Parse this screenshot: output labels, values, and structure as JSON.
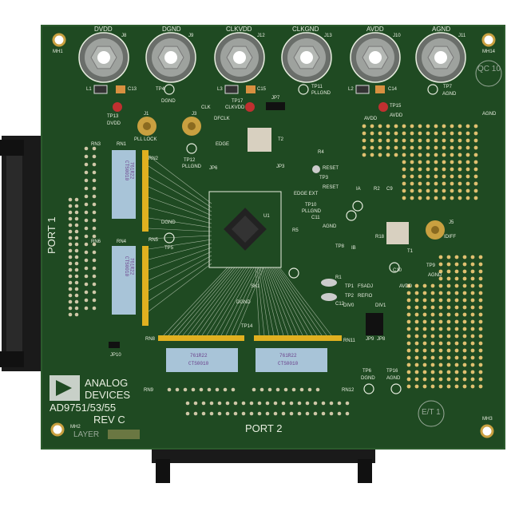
{
  "board": {
    "brand_line1": "ANALOG",
    "brand_line2": "DEVICES",
    "model": "AD9751/53/55",
    "revision": "REV C",
    "layer_label": "LAYER",
    "port1_label": "PORT 1",
    "port2_label": "PORT 2",
    "qc_stamp": "QC 10",
    "et_stamp": "E/T 1",
    "colors": {
      "pcb": "#1f4a22",
      "silkscreen": "#e8eee0",
      "gold": "#c9a040",
      "connector": "#1a1a1a"
    }
  },
  "jacks": [
    {
      "name": "DVDD",
      "ref": "J8"
    },
    {
      "name": "DGND",
      "ref": "J9"
    },
    {
      "name": "CLKVDD",
      "ref": "J12"
    },
    {
      "name": "CLKGND",
      "ref": "J13"
    },
    {
      "name": "AVDD",
      "ref": "J10"
    },
    {
      "name": "AGND",
      "ref": "J11"
    }
  ],
  "mount_holes": [
    "MH1",
    "MH14",
    "MH2",
    "MH3"
  ],
  "labels": {
    "l1": "L1",
    "c13": "C13",
    "tp4": "TP4",
    "dgnd1": "DGND",
    "l3": "L3",
    "c15": "C15",
    "tp11": "TP11",
    "pllgnd1": "PLLGND",
    "l2": "L2",
    "c14": "C14",
    "tp7": "TP7",
    "agnd1": "AGND",
    "tp13": "TP13",
    "dvdd2": "DVDD",
    "tp17": "TP17",
    "clkvdd2": "CLKVDD",
    "jp7": "JP7",
    "tp15": "TP15",
    "avdd2": "AVDD",
    "j1": "J1",
    "pll_lock": "PLL LOCK",
    "j3": "J3",
    "clk": "CLK",
    "dfclk": "DFCLK",
    "tp12": "TP12",
    "pllgnd2": "PLLGND",
    "edge": "EDGE",
    "jp6": "JP6",
    "jp3": "JP3",
    "t2": "T2",
    "r4": "R4",
    "reset": "RESET",
    "tp3": "TP3",
    "reset2": "RESET",
    "edge_ext": "EDGE EXT",
    "avdd3": "AVDD",
    "agnd_top": "AGND",
    "ia": "IA",
    "r2": "R2",
    "c9": "C9",
    "rn3": "RN3",
    "rn1": "RN1",
    "rn2": "RN2",
    "rn6": "RN6",
    "rn4": "RN4",
    "rn5": "RN5",
    "dgnd3": "DGND",
    "tp5": "TP5",
    "u1": "U1",
    "tp10": "TP10",
    "pllgnd3": "PLLGND",
    "c11": "C11",
    "r5": "R5",
    "agnd3": "AGND",
    "tp8": "TP8",
    "ib": "IB",
    "r18": "R18",
    "t1": "T1",
    "j5": "J5",
    "idiff": "IDIFF",
    "c10": "C10",
    "tp9": "TP9",
    "agnd4": "AGND",
    "avdd4": "AVDD",
    "r1": "R1",
    "c12": "C12",
    "tp1": "TP1",
    "fsadj": "FSADJ",
    "tp2": "TP2",
    "refio": "REFIO",
    "div0": "DIV0",
    "div1": "DIV1",
    "jp9": "JP9",
    "jp8": "JP8",
    "sk1": "SK1",
    "dgnd4": "DGND",
    "tp14": "TP14",
    "rn8": "RN8",
    "rn11": "RN11",
    "rn9": "RN9",
    "rn12": "RN12",
    "tp6": "TP6",
    "dgnd5": "DGND",
    "tp16": "TP16",
    "agnd5": "AGND",
    "jp10": "JP10"
  },
  "resistor_networks": [
    {
      "line1": "CTS0010",
      "line2": "761R22"
    },
    {
      "line1": "CTS0010",
      "line2": "761R22"
    },
    {
      "line1": "CTS0010",
      "line2": "761R22"
    },
    {
      "line1": "CTS0010",
      "line2": "761R22"
    }
  ]
}
